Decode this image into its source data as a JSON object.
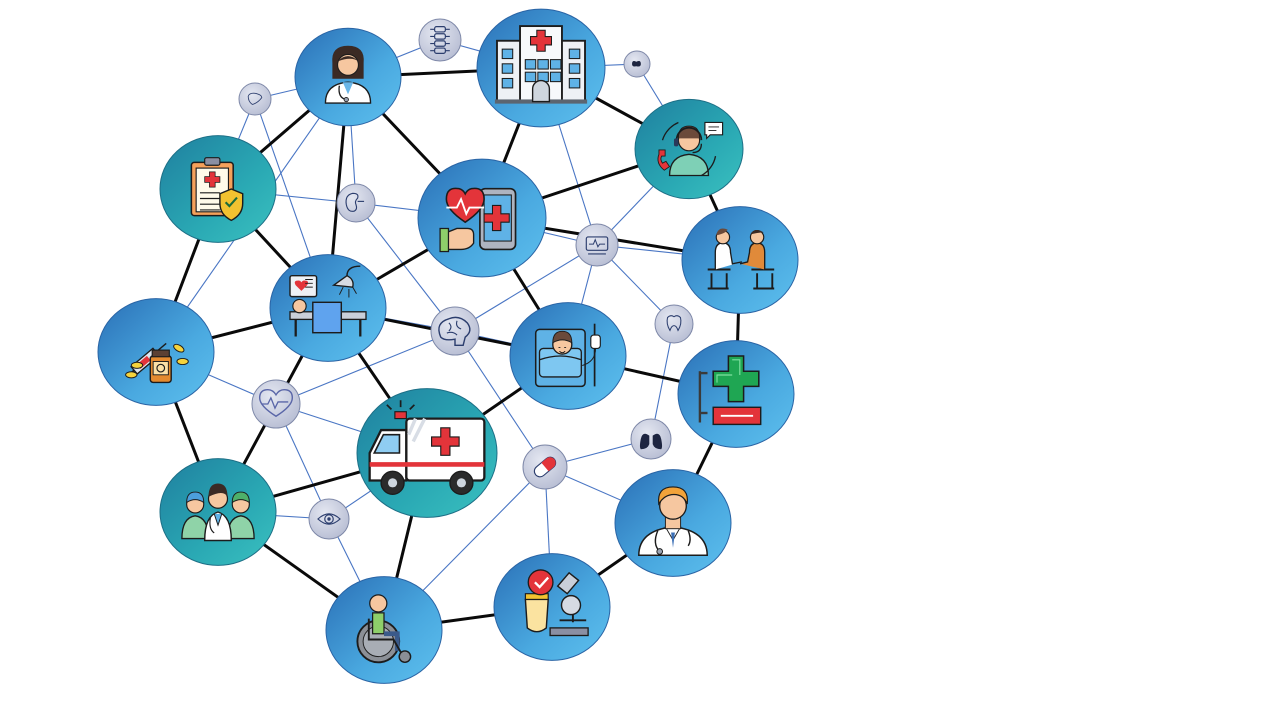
{
  "diagram": {
    "colors": {
      "thick_edge": "#0a0a0a",
      "thin_edge": "#4a76c4",
      "blue_node_light": "#5ec0ee",
      "blue_node_dark": "#2a6fb6",
      "teal_node_light": "#3bc1c0",
      "teal_node_dark": "#1f7f9f",
      "small_node_fill": "#c8cde0",
      "small_node_stroke": "#7e88a8",
      "small_icon_stroke": "#2c3e6e",
      "red_cross": "#e3343a",
      "green_cross": "#1fa653"
    },
    "nodes": [
      {
        "id": "doctor-female",
        "icon": "female-doctor-icon",
        "kind": "large",
        "style": "blue"
      },
      {
        "id": "hospital",
        "icon": "hospital-building-icon",
        "kind": "large",
        "style": "blue"
      },
      {
        "id": "call-center",
        "icon": "medical-call-center-icon",
        "kind": "large",
        "style": "teal"
      },
      {
        "id": "health-insurance",
        "icon": "health-insurance-clipboard-icon",
        "kind": "large",
        "style": "teal"
      },
      {
        "id": "mobile-health",
        "icon": "mobile-health-app-icon",
        "kind": "large",
        "style": "blue"
      },
      {
        "id": "consultation",
        "icon": "doctor-patient-consultation-icon",
        "kind": "large",
        "style": "blue"
      },
      {
        "id": "operating-room",
        "icon": "operating-room-icon",
        "kind": "large",
        "style": "blue"
      },
      {
        "id": "medication",
        "icon": "medication-syringe-pills-icon",
        "kind": "large",
        "style": "blue"
      },
      {
        "id": "patient-bed",
        "icon": "patient-in-bed-icon",
        "kind": "large",
        "style": "blue"
      },
      {
        "id": "pharmacy",
        "icon": "pharmacy-cross-sign-icon",
        "kind": "large",
        "style": "blue"
      },
      {
        "id": "ambulance",
        "icon": "ambulance-icon",
        "kind": "large",
        "style": "teal"
      },
      {
        "id": "medical-team",
        "icon": "medical-team-icon",
        "kind": "large",
        "style": "teal"
      },
      {
        "id": "doctor-male",
        "icon": "male-doctor-icon",
        "kind": "large",
        "style": "blue"
      },
      {
        "id": "wheelchair",
        "icon": "wheelchair-icon",
        "kind": "large",
        "style": "blue"
      },
      {
        "id": "laboratory",
        "icon": "laboratory-microscope-icon",
        "kind": "large",
        "style": "blue"
      },
      {
        "id": "spine",
        "icon": "spine-icon",
        "kind": "small"
      },
      {
        "id": "thyroid",
        "icon": "thyroid-icon",
        "kind": "small"
      },
      {
        "id": "liver",
        "icon": "liver-icon",
        "kind": "small"
      },
      {
        "id": "kidney",
        "icon": "kidney-icon",
        "kind": "small"
      },
      {
        "id": "monitor",
        "icon": "ecg-monitor-icon",
        "kind": "small"
      },
      {
        "id": "tooth",
        "icon": "tooth-icon",
        "kind": "small"
      },
      {
        "id": "brain",
        "icon": "brain-icon",
        "kind": "small"
      },
      {
        "id": "heartbeat",
        "icon": "heartbeat-icon",
        "kind": "small"
      },
      {
        "id": "lungs",
        "icon": "lungs-icon",
        "kind": "small"
      },
      {
        "id": "pill",
        "icon": "pill-capsule-icon",
        "kind": "small"
      },
      {
        "id": "eye",
        "icon": "eye-icon",
        "kind": "small"
      }
    ],
    "edges": [
      {
        "from": "doctor-female",
        "to": "hospital",
        "weight": "thick"
      },
      {
        "from": "doctor-female",
        "to": "health-insurance",
        "weight": "thick"
      },
      {
        "from": "doctor-female",
        "to": "mobile-health",
        "weight": "thick"
      },
      {
        "from": "doctor-female",
        "to": "operating-room",
        "weight": "thick"
      },
      {
        "from": "hospital",
        "to": "call-center",
        "weight": "thick"
      },
      {
        "from": "hospital",
        "to": "mobile-health",
        "weight": "thick"
      },
      {
        "from": "call-center",
        "to": "mobile-health",
        "weight": "thick"
      },
      {
        "from": "call-center",
        "to": "consultation",
        "weight": "thick"
      },
      {
        "from": "health-insurance",
        "to": "operating-room",
        "weight": "thick"
      },
      {
        "from": "health-insurance",
        "to": "medication",
        "weight": "thick"
      },
      {
        "from": "mobile-health",
        "to": "operating-room",
        "weight": "thick"
      },
      {
        "from": "mobile-health",
        "to": "patient-bed",
        "weight": "thick"
      },
      {
        "from": "mobile-health",
        "to": "consultation",
        "weight": "thick"
      },
      {
        "from": "consultation",
        "to": "pharmacy",
        "weight": "thick"
      },
      {
        "from": "operating-room",
        "to": "medication",
        "weight": "thick"
      },
      {
        "from": "operating-room",
        "to": "patient-bed",
        "weight": "thick"
      },
      {
        "from": "operating-room",
        "to": "ambulance",
        "weight": "thick"
      },
      {
        "from": "operating-room",
        "to": "medical-team",
        "weight": "thick"
      },
      {
        "from": "medication",
        "to": "medical-team",
        "weight": "thick"
      },
      {
        "from": "patient-bed",
        "to": "pharmacy",
        "weight": "thick"
      },
      {
        "from": "patient-bed",
        "to": "ambulance",
        "weight": "thick"
      },
      {
        "from": "pharmacy",
        "to": "doctor-male",
        "weight": "thick"
      },
      {
        "from": "ambulance",
        "to": "medical-team",
        "weight": "thick"
      },
      {
        "from": "ambulance",
        "to": "wheelchair",
        "weight": "thick"
      },
      {
        "from": "medical-team",
        "to": "wheelchair",
        "weight": "thick"
      },
      {
        "from": "wheelchair",
        "to": "laboratory",
        "weight": "thick"
      },
      {
        "from": "laboratory",
        "to": "doctor-male",
        "weight": "thick"
      },
      {
        "from": "doctor-female",
        "to": "spine",
        "weight": "thin"
      },
      {
        "from": "spine",
        "to": "hospital",
        "weight": "thin"
      },
      {
        "from": "hospital",
        "to": "thyroid",
        "weight": "thin"
      },
      {
        "from": "thyroid",
        "to": "call-center",
        "weight": "thin"
      },
      {
        "from": "liver",
        "to": "doctor-female",
        "weight": "thin"
      },
      {
        "from": "liver",
        "to": "health-insurance",
        "weight": "thin"
      },
      {
        "from": "liver",
        "to": "operating-room",
        "weight": "thin"
      },
      {
        "from": "kidney",
        "to": "doctor-female",
        "weight": "thin"
      },
      {
        "from": "kidney",
        "to": "health-insurance",
        "weight": "thin"
      },
      {
        "from": "kidney",
        "to": "mobile-health",
        "weight": "thin"
      },
      {
        "from": "kidney",
        "to": "brain",
        "weight": "thin"
      },
      {
        "from": "monitor",
        "to": "mobile-health",
        "weight": "thin"
      },
      {
        "from": "monitor",
        "to": "call-center",
        "weight": "thin"
      },
      {
        "from": "monitor",
        "to": "consultation",
        "weight": "thin"
      },
      {
        "from": "monitor",
        "to": "patient-bed",
        "weight": "thin"
      },
      {
        "from": "monitor",
        "to": "brain",
        "weight": "thin"
      },
      {
        "from": "monitor",
        "to": "hospital",
        "weight": "thin"
      },
      {
        "from": "monitor",
        "to": "tooth",
        "weight": "thin"
      },
      {
        "from": "tooth",
        "to": "lungs",
        "weight": "thin"
      },
      {
        "from": "brain",
        "to": "operating-room",
        "weight": "thin"
      },
      {
        "from": "brain",
        "to": "heartbeat",
        "weight": "thin"
      },
      {
        "from": "brain",
        "to": "pill",
        "weight": "thin"
      },
      {
        "from": "brain",
        "to": "patient-bed",
        "weight": "thin"
      },
      {
        "from": "heartbeat",
        "to": "medication",
        "weight": "thin"
      },
      {
        "from": "heartbeat",
        "to": "ambulance",
        "weight": "thin"
      },
      {
        "from": "heartbeat",
        "to": "eye",
        "weight": "thin"
      },
      {
        "from": "doctor-female",
        "to": "medication",
        "weight": "thin"
      },
      {
        "from": "pill",
        "to": "lungs",
        "weight": "thin"
      },
      {
        "from": "pill",
        "to": "doctor-male",
        "weight": "thin"
      },
      {
        "from": "pill",
        "to": "laboratory",
        "weight": "thin"
      },
      {
        "from": "pill",
        "to": "wheelchair",
        "weight": "thin"
      },
      {
        "from": "eye",
        "to": "medical-team",
        "weight": "thin"
      },
      {
        "from": "eye",
        "to": "ambulance",
        "weight": "thin"
      },
      {
        "from": "eye",
        "to": "wheelchair",
        "weight": "thin"
      }
    ]
  }
}
